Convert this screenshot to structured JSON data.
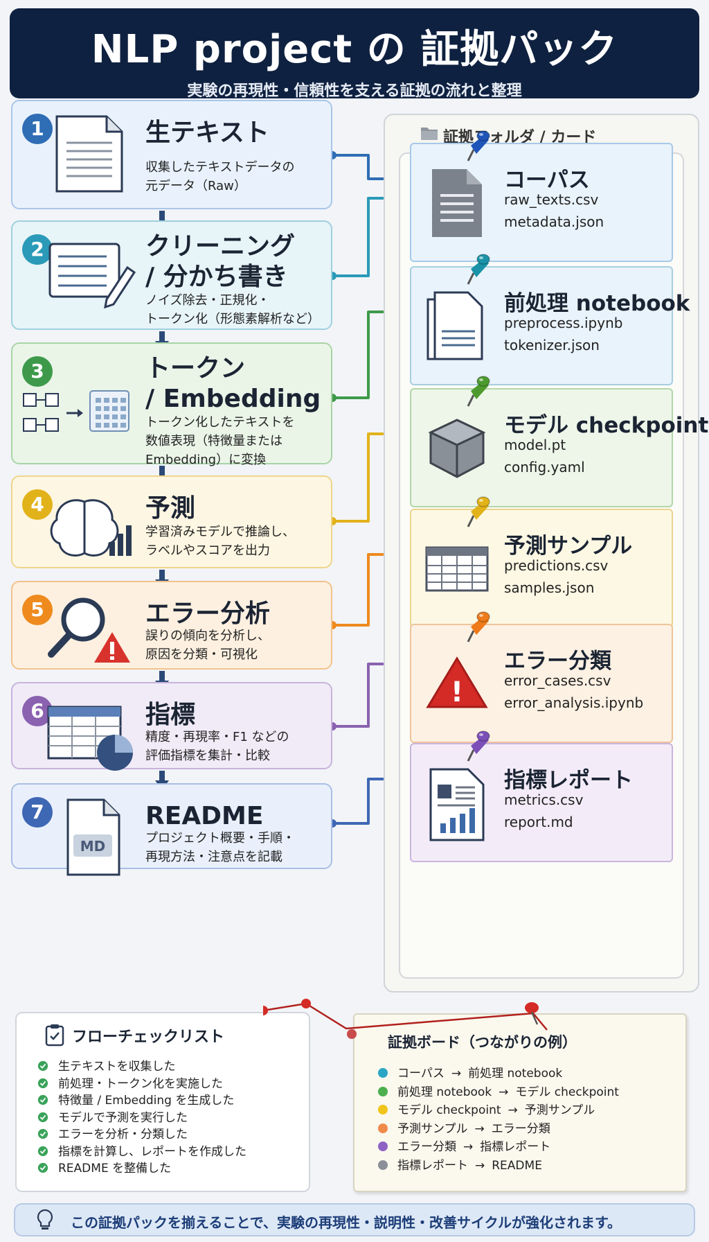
{
  "header": {
    "title": "NLP project の 証拠パック",
    "subtitle": "実験の再現性・信頼性を支える証拠の流れと整理"
  },
  "steps": [
    {
      "num": "1",
      "title": "生テキスト",
      "desc": [
        "収集したテキストデータの",
        "元データ（Raw）"
      ],
      "color": "#2f6db5"
    },
    {
      "num": "2",
      "title": "クリーニング / 分かち書き",
      "title_lines": [
        "クリーニング",
        "/ 分かち書き"
      ],
      "desc": [
        "ノイズ除去・正規化・",
        "トークン化（形態素解析など）"
      ],
      "color": "#2a9ab8"
    },
    {
      "num": "3",
      "title": "トークン / Embedding",
      "title_lines": [
        "トークン",
        "/ Embedding"
      ],
      "desc": [
        "トークン化したテキストを",
        "数値表現（特徴量または",
        "Embedding）に変換"
      ],
      "color": "#3e9a4a"
    },
    {
      "num": "4",
      "title": "予測",
      "desc": [
        "学習済みモデルで推論し、",
        "ラベルやスコアを出力"
      ],
      "color": "#e2b21a"
    },
    {
      "num": "5",
      "title": "エラー分析",
      "desc": [
        "誤りの傾向を分析し、",
        "原因を分類・可視化"
      ],
      "color": "#ee8a1e"
    },
    {
      "num": "6",
      "title": "指標",
      "desc": [
        "精度・再現率・F1 などの",
        "評価指標を集計・比較"
      ],
      "color": "#8a62b0"
    },
    {
      "num": "7",
      "title": "README",
      "desc": [
        "プロジェクト概要・手順・",
        "再現方法・注意点を記載"
      ],
      "color": "#3e67b4",
      "icon_text": "MD"
    }
  ],
  "panel": {
    "title": "証拠フォルダ / カード"
  },
  "cards": [
    {
      "title": "コーパス",
      "files": [
        "raw_texts.csv",
        "metadata.json"
      ],
      "pin": "#1f55b8"
    },
    {
      "title": "前処理 notebook",
      "files": [
        "preprocess.ipynb",
        "tokenizer.json"
      ],
      "pin": "#1a93a8",
      "icon_text": "</>"
    },
    {
      "title": "モデル checkpoint",
      "files": [
        "model.pt",
        "config.yaml"
      ],
      "pin": "#4d9a2e"
    },
    {
      "title": "予測サンプル",
      "files": [
        "predictions.csv",
        "samples.json"
      ],
      "pin": "#e2b21a"
    },
    {
      "title": "エラー分類",
      "files": [
        "error_cases.csv",
        "error_analysis.ipynb"
      ],
      "pin": "#ee7a1a",
      "icon_text": "!"
    },
    {
      "title": "指標レポート",
      "files": [
        "metrics.csv",
        "report.md"
      ],
      "pin": "#7c4fb8"
    }
  ],
  "checklist": {
    "title": "フローチェックリスト",
    "items": [
      "生テキストを収集した",
      "前処理・トークン化を実施した",
      "特徴量 / Embedding を生成した",
      "モデルで予測を実行した",
      "エラーを分析・分類した",
      "指標を計算し、レポートを作成した",
      "README を整備した"
    ],
    "check_color": "#3aa35a"
  },
  "board": {
    "title": "証拠ボード（つながりの例）",
    "links": [
      {
        "from": "コーパス",
        "to": "前処理 notebook",
        "color": "#2aa6c4"
      },
      {
        "from": "前処理 notebook",
        "to": "モデル checkpoint",
        "color": "#4caf50"
      },
      {
        "from": "モデル checkpoint",
        "to": "予測サンプル",
        "color": "#f0c419"
      },
      {
        "from": "予測サンプル",
        "to": "エラー分類",
        "color": "#f08a4b"
      },
      {
        "from": "エラー分類",
        "to": "指標レポート",
        "color": "#8e63c4"
      },
      {
        "from": "指標レポート",
        "to": "README",
        "color": "#8a8f98"
      }
    ],
    "arrow": "→"
  },
  "tip": {
    "text": "この証拠パックを揃えることで、実験の再現性・説明性・改善サイクルが強化されます。"
  }
}
